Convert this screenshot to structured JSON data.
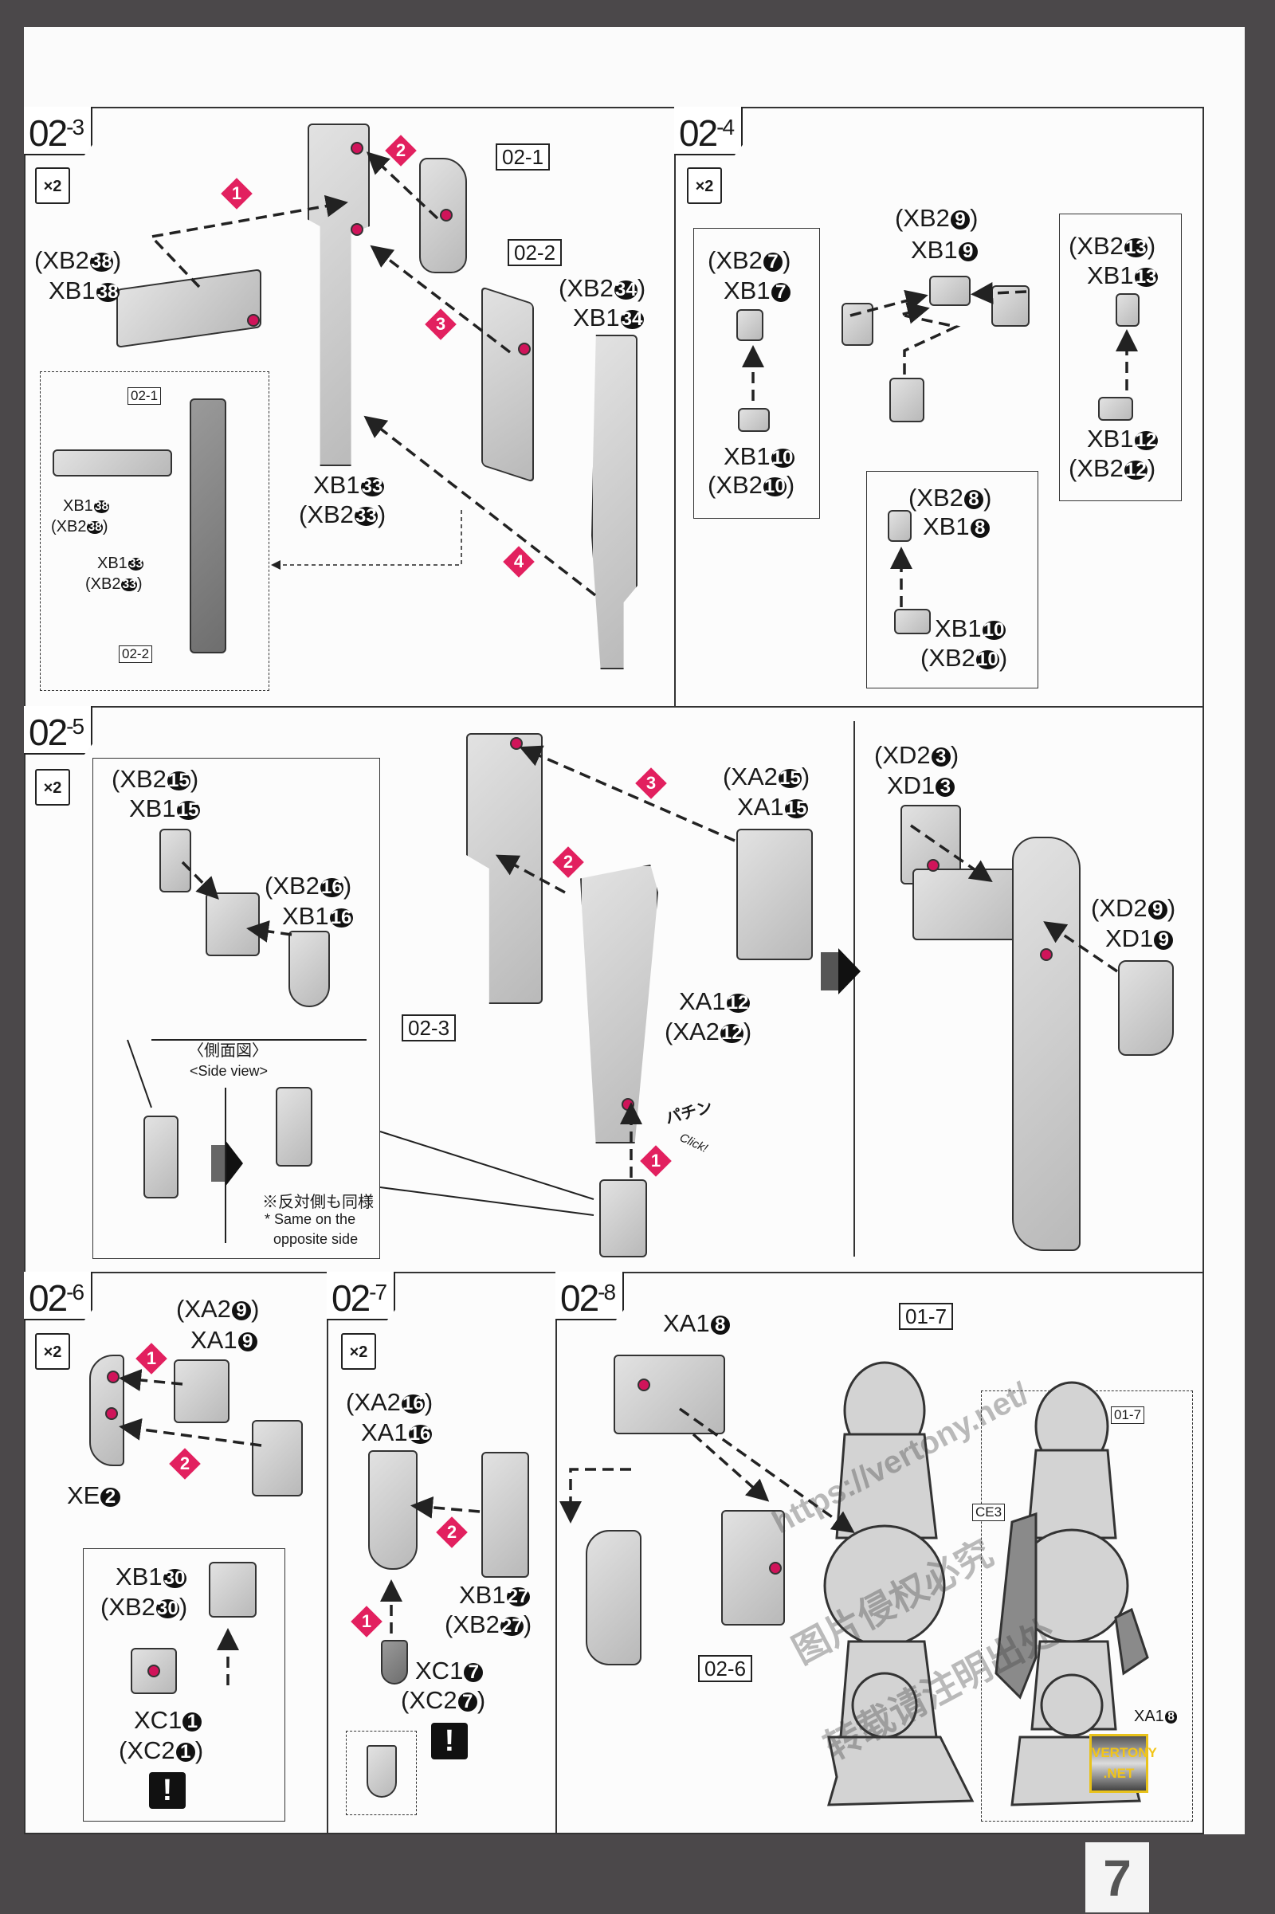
{
  "page_number": "7",
  "colors": {
    "accent": "#e2205f",
    "part_gray": "#c4c4c4",
    "background": "#4b484a"
  },
  "panels": {
    "p02_3": {
      "id": "02",
      "sub": "-3",
      "qty": "×2",
      "labels": [
        [
          "(XB2",
          "38",
          ")"
        ],
        [
          "XB1",
          "38",
          ""
        ],
        [
          "(XB2",
          "34",
          ")"
        ],
        [
          "XB1",
          "34",
          ""
        ],
        [
          "XB1",
          "33",
          ""
        ],
        [
          "(XB2",
          "33",
          ")"
        ],
        [
          "XB1",
          "38",
          ""
        ],
        [
          "(XB2",
          "38",
          ")"
        ],
        [
          "XB1",
          "33",
          ""
        ],
        [
          "(XB2",
          "33",
          ")"
        ]
      ],
      "refs": [
        "02-1",
        "02-2",
        "02-1",
        "02-2"
      ],
      "steps": [
        "1",
        "2",
        "3",
        "4"
      ]
    },
    "p02_4": {
      "id": "02",
      "sub": "-4",
      "qty": "×2",
      "labels": [
        [
          "(XB2",
          "7",
          ")"
        ],
        [
          "XB1",
          "7",
          ""
        ],
        [
          "XB1",
          "10",
          ""
        ],
        [
          "(XB2",
          "10",
          ")"
        ],
        [
          "(XB2",
          "9",
          ")"
        ],
        [
          "XB1",
          "9",
          ""
        ],
        [
          "(XB2",
          "13",
          ")"
        ],
        [
          "XB1",
          "13",
          ""
        ],
        [
          "XB1",
          "12",
          ""
        ],
        [
          "(XB2",
          "12",
          ")"
        ],
        [
          "(XB2",
          "8",
          ")"
        ],
        [
          "XB1",
          "8",
          ""
        ],
        [
          "XB1",
          "10",
          ""
        ],
        [
          "(XB2",
          "10",
          ")"
        ]
      ]
    },
    "p02_5": {
      "id": "02",
      "sub": "-5",
      "qty": "×2",
      "labels": [
        [
          "(XB2",
          "15",
          ")"
        ],
        [
          "XB1",
          "15",
          ""
        ],
        [
          "(XB2",
          "16",
          ")"
        ],
        [
          "XB1",
          "16",
          ""
        ],
        [
          "(XA2",
          "15",
          ")"
        ],
        [
          "XA1",
          "15",
          ""
        ],
        [
          "XA1",
          "12",
          ""
        ],
        [
          "(XA2",
          "12",
          ")"
        ],
        [
          "(XD2",
          "3",
          ")"
        ],
        [
          "XD1",
          "3",
          ""
        ],
        [
          "(XD2",
          "9",
          ")"
        ],
        [
          "XD1",
          "9",
          ""
        ]
      ],
      "side_view_jp": "〈側面図〉",
      "side_view_en": "<Side view>",
      "note_jp": "※反対側も同様",
      "note_en_1": "* Same on the",
      "note_en_2": "opposite side",
      "click_jp": "パチン",
      "click_en": "Click!",
      "refs": [
        "02-3"
      ],
      "steps": [
        "1",
        "2",
        "3"
      ]
    },
    "p02_6": {
      "id": "02",
      "sub": "-6",
      "qty": "×2",
      "labels": [
        [
          "(XA2",
          "9",
          ")"
        ],
        [
          "XA1",
          "9",
          ""
        ],
        [
          "XE",
          "2",
          ""
        ],
        [
          "XB1",
          "30",
          ""
        ],
        [
          "(XB2",
          "30",
          ")"
        ],
        [
          "XC1",
          "1",
          ""
        ],
        [
          "(XC2",
          "1",
          ")"
        ]
      ],
      "steps": [
        "1",
        "2"
      ],
      "warning": "!"
    },
    "p02_7": {
      "id": "02",
      "sub": "-7",
      "qty": "×2",
      "labels": [
        [
          "(XA2",
          "16",
          ")"
        ],
        [
          "XA1",
          "16",
          ""
        ],
        [
          "XB1",
          "27",
          ""
        ],
        [
          "(XB2",
          "27",
          ")"
        ],
        [
          "XC1",
          "7",
          ""
        ],
        [
          "(XC2",
          "7",
          ")"
        ]
      ],
      "steps": [
        "1",
        "2"
      ],
      "warning": "!"
    },
    "p02_8": {
      "id": "02",
      "sub": "-8",
      "labels": [
        [
          "XA1",
          "8",
          ""
        ],
        [
          "XA1",
          "8",
          ""
        ]
      ],
      "refs": [
        "01-7",
        "02-6",
        "01-7",
        "CE3"
      ]
    }
  },
  "watermark": {
    "url": "https://vertony.net/",
    "cn_1": "图片侵权必究",
    "cn_2": "转载请注明出处",
    "badge_1": "VERTONY",
    "badge_2": ".NET"
  }
}
